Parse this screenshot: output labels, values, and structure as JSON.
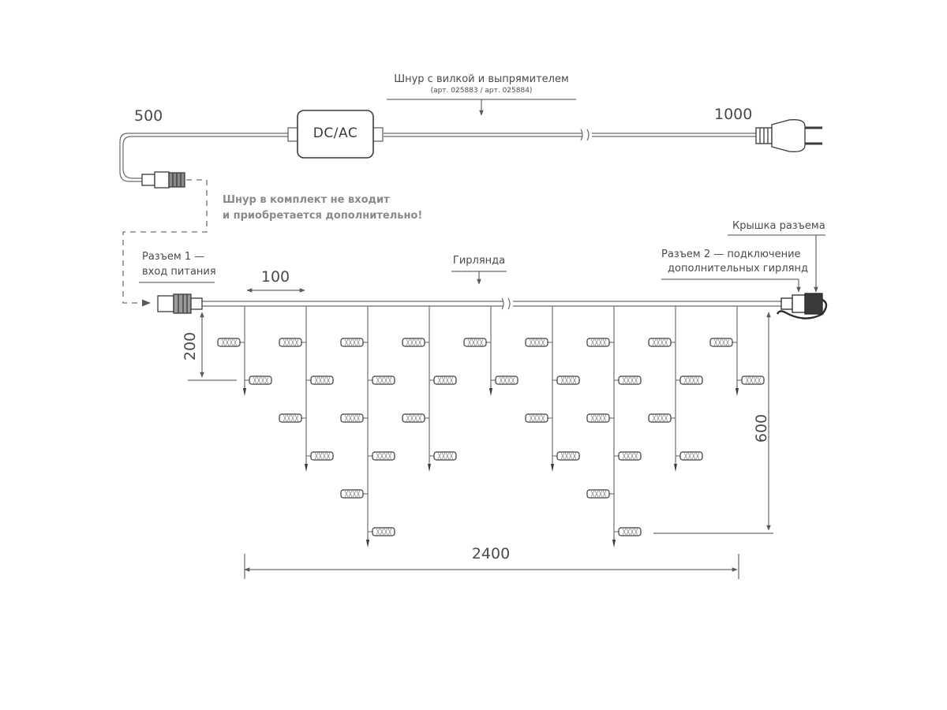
{
  "cord": {
    "title": "Шнур с вилкой и выпрямителем",
    "article": "(арт. 025883 / арт. 025884)",
    "rectifier_label": "DC/AC",
    "left_length": "500",
    "right_length": "1000"
  },
  "note": {
    "line1": "Шнур в комплект не входит",
    "line2": "и приобретается дополнительно!"
  },
  "connector1": {
    "line1": "Разъем 1 —",
    "line2": "вход питания"
  },
  "connector2": {
    "line1": "Разъем 2 — подключение",
    "line2": "дополнительных гирлянд"
  },
  "cap": {
    "label": "Крышка разъема"
  },
  "garland": {
    "label": "Гирлянда"
  },
  "dimensions": {
    "pitch": "100",
    "drop_short": "200",
    "drop_long": "600",
    "total_width": "2400"
  },
  "colors": {
    "line": "#7a7a7a",
    "dark": "#3a3a3a",
    "text": "#4a4a4a"
  },
  "drops": [
    {
      "len": 2,
      "leds": 2
    },
    {
      "len": 4,
      "leds": 4
    },
    {
      "len": 6,
      "leds": 6
    },
    {
      "len": 4,
      "leds": 4
    },
    {
      "len": 2,
      "leds": 2
    },
    {
      "len": 4,
      "leds": 4
    },
    {
      "len": 6,
      "leds": 6
    },
    {
      "len": 4,
      "leds": 4
    },
    {
      "len": 2,
      "leds": 2
    }
  ]
}
